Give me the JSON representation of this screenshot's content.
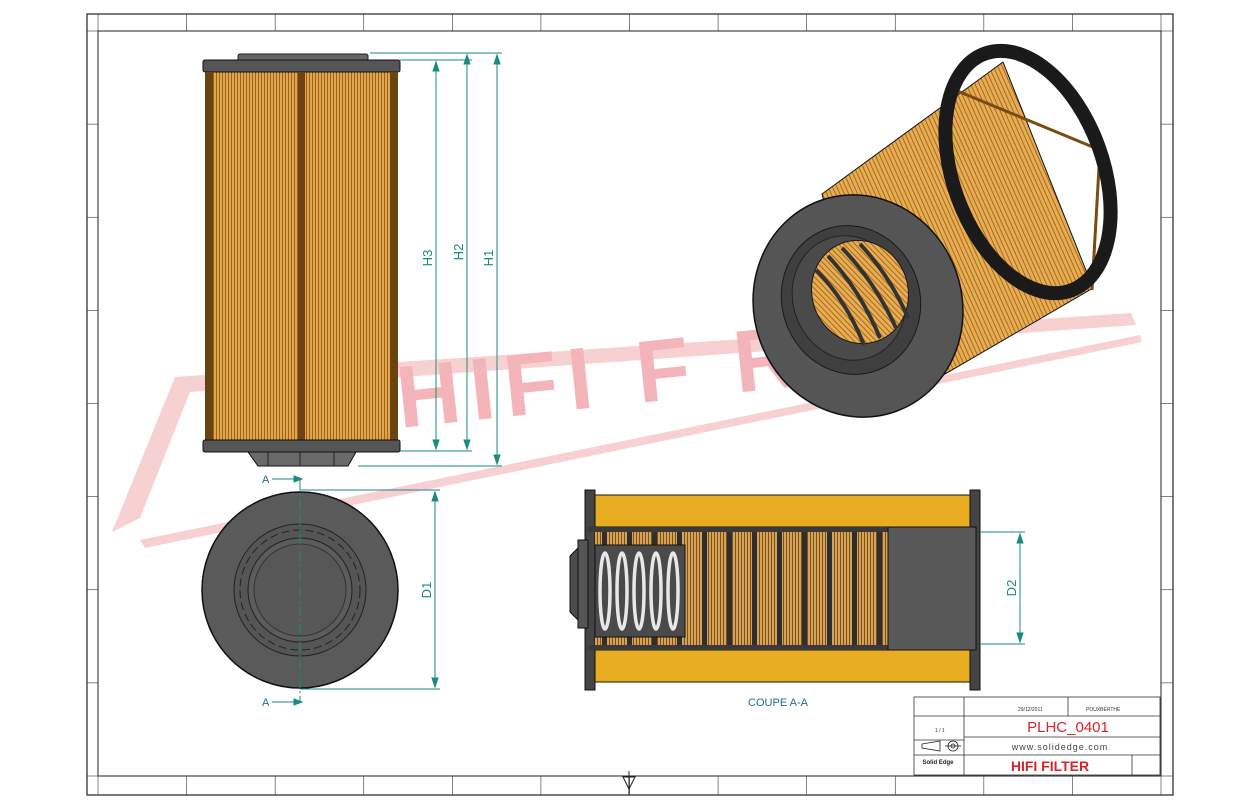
{
  "watermark": {
    "text": "HIFI F   R",
    "color": "#e8383d"
  },
  "dimensions": {
    "h1": "H1",
    "h2": "H2",
    "h3": "H3",
    "d1": "D1",
    "d2": "D2",
    "color": "#1c8a7f"
  },
  "section": {
    "marker_top": "A",
    "marker_bottom": "A",
    "label": "COUPE A-A"
  },
  "title_block": {
    "date": "29/12/2011",
    "drawn_by": "POUXBERTHE",
    "part_number": "PLHC_0401",
    "scale": "1 / 1",
    "website": "www.solidedge.com",
    "software": "Solid Edge",
    "company": "HIFI FILTER",
    "part_number_color": "#d9232a",
    "company_color": "#d9232a"
  },
  "colors": {
    "pleat": "#e2a54c",
    "pleat_dark": "#a9701f",
    "cap": "#5d5d5d",
    "section_fill": "#e9ad22"
  }
}
